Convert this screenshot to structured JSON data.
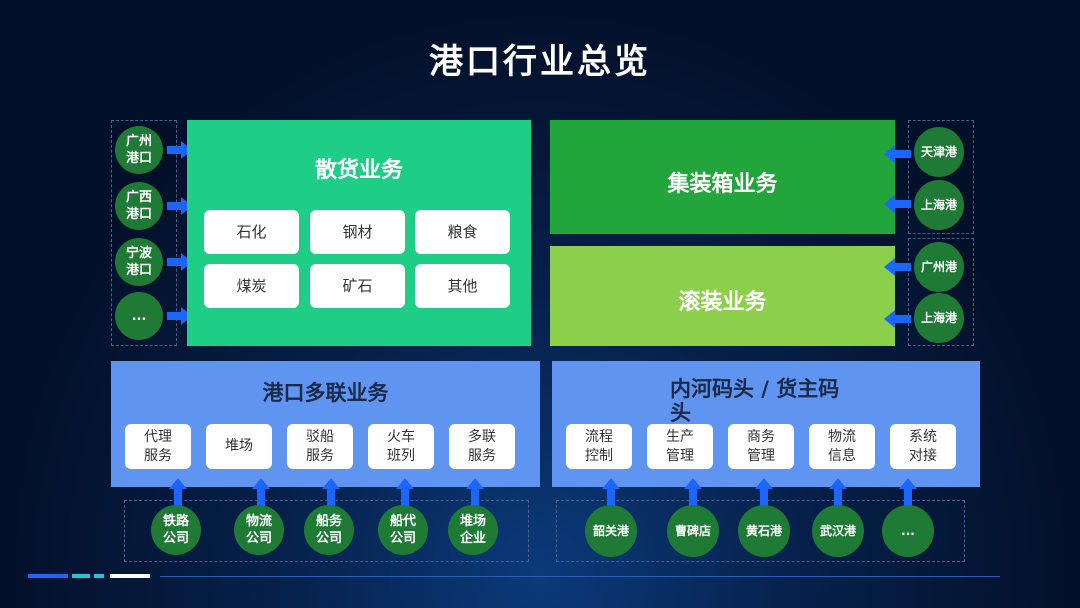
{
  "title": "港口行业总览",
  "bulk": {
    "title": "散货业务",
    "items": [
      "石化",
      "钢材",
      "粮食",
      "煤炭",
      "矿石",
      "其他"
    ],
    "ports": [
      "广州\n港口",
      "广西\n港口",
      "宁波\n港口",
      "..."
    ]
  },
  "container": {
    "title": "集装箱业务",
    "ports": [
      "天津港",
      "上海港"
    ]
  },
  "roro": {
    "title": "滚装业务",
    "ports": [
      "广州港",
      "上海港"
    ]
  },
  "multimodal": {
    "title": "港口多联业务",
    "items": [
      "代理\n服务",
      "堆场",
      "驳船\n服务",
      "火车\n班列",
      "多联\n服务"
    ],
    "partners": [
      "铁路\n公司",
      "物流\n公司",
      "船务\n公司",
      "船代\n公司",
      "堆场\n企业"
    ]
  },
  "river": {
    "title": "内河码头 / 货主码头",
    "items": [
      "流程\n控制",
      "生产\n管理",
      "商务\n管理",
      "物流\n信息",
      "系统\n对接"
    ],
    "ports": [
      "韶关港",
      "曹碑店",
      "黄石港",
      "武汉港",
      "..."
    ]
  },
  "colors": {
    "bulk": "#1fce86",
    "container": "#22a53b",
    "roro": "#8ccf4a",
    "lower": "#5f95f0",
    "circle": "#1f7a35",
    "arrow": "#1a66ff"
  }
}
